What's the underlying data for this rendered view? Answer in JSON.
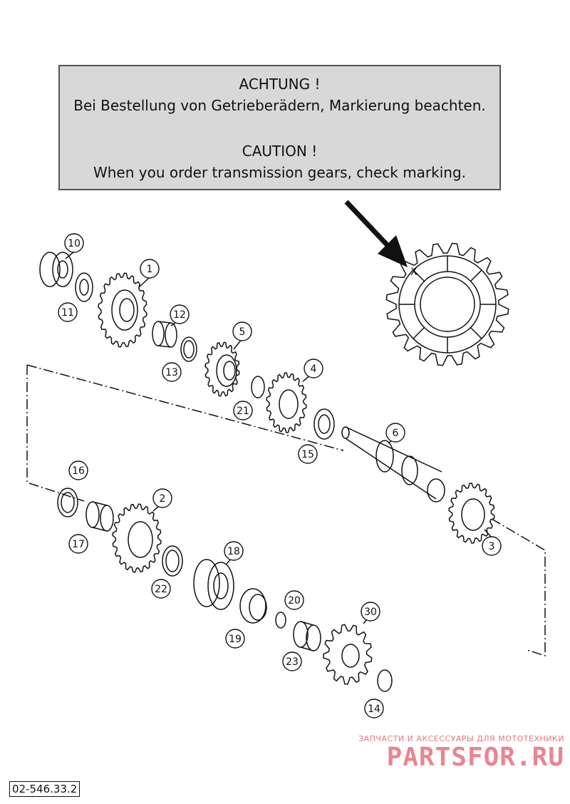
{
  "notice": {
    "de_heading": "ACHTUNG !",
    "de_text": "Bei Bestellung von Getrieberädern, Markierung beachten.",
    "en_heading": "CAUTION !",
    "en_text": "When you order transmission gears, check marking."
  },
  "marking_symbol": "X",
  "callouts": [
    "1",
    "2",
    "3",
    "4",
    "5",
    "6",
    "10",
    "11",
    "12",
    "13",
    "14",
    "15",
    "16",
    "17",
    "18",
    "19",
    "20",
    "21",
    "22",
    "23",
    "30"
  ],
  "diagram_code": "02-546.33.2",
  "watermark": {
    "tagline": "ЗАПЧАСТИ И АКСЕССУАРЫ ДЛЯ МОТОТЕХНИКИ",
    "brand": "PARTSFOR.RU"
  }
}
